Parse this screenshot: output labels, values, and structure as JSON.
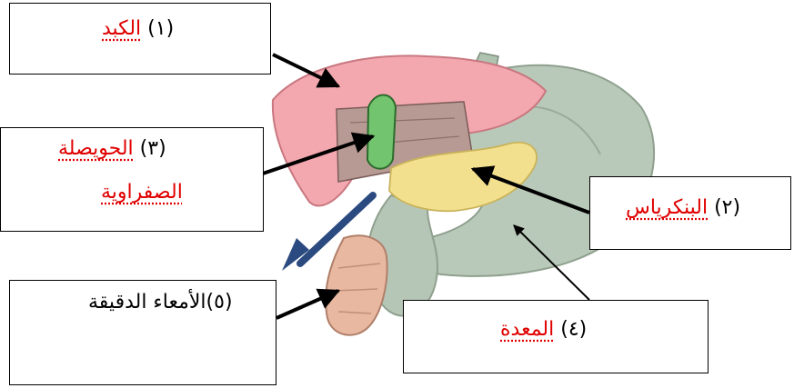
{
  "labels": {
    "liver": {
      "num": "(١)",
      "name": "الكبد"
    },
    "pancreas": {
      "num": "(٢)",
      "name": "البنكرياس"
    },
    "gallbladder": {
      "num": "(٣)",
      "name_line1": "الحويصلة",
      "name_line2": "الصفراوية"
    },
    "stomach": {
      "num": "(٤)",
      "name": "المعدة"
    },
    "small_intestine": {
      "num": "(٥)",
      "name": "الأمعاء الدقيقة"
    }
  },
  "colors": {
    "label_name": "#e00000",
    "liver": "#f0a0a8",
    "stomach": "#b8c8b8",
    "pancreas": "#f0e090",
    "gallbladder": "#70c070",
    "duct": "#304878",
    "intestine": "#e8b8a0"
  }
}
